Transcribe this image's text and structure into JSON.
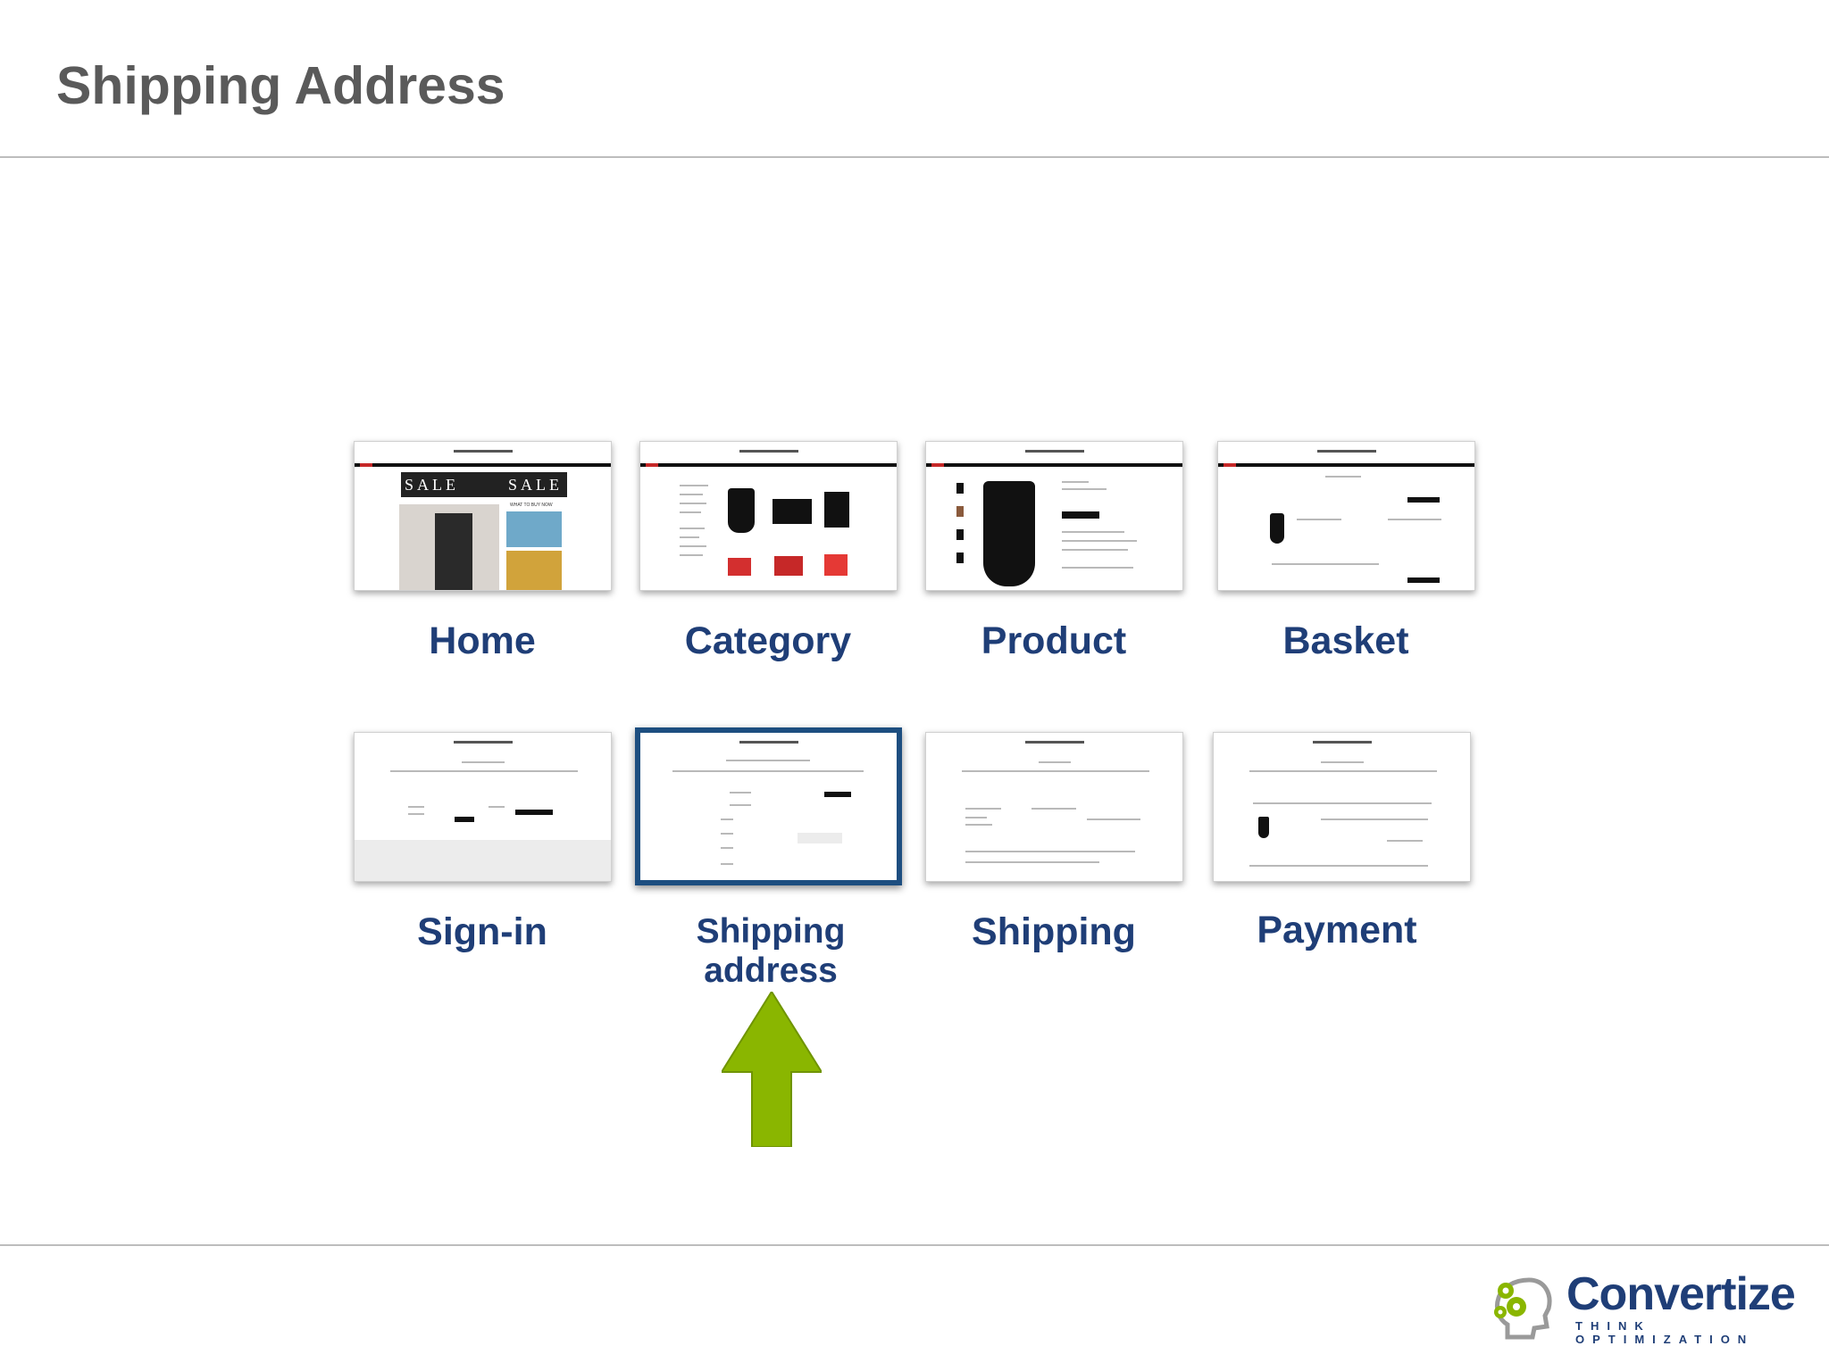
{
  "slide": {
    "title": "Shipping Address"
  },
  "funnel": {
    "steps": [
      {
        "label": "Home"
      },
      {
        "label": "Category"
      },
      {
        "label": "Product"
      },
      {
        "label": "Basket"
      },
      {
        "label": "Sign-in"
      },
      {
        "label": "Shipping address"
      },
      {
        "label": "Shipping"
      },
      {
        "label": "Payment"
      }
    ],
    "current_step": "Shipping address",
    "home_banner": {
      "left": "SALE",
      "right": "SALE",
      "sub": "WHAT TO BUY NOW"
    }
  },
  "brand": {
    "name": "Convertize",
    "tagline": "THINK OPTIMIZATION",
    "colors": {
      "navy": "#1f3e77",
      "green": "#8ab600",
      "accent": "#1d4e80"
    }
  }
}
